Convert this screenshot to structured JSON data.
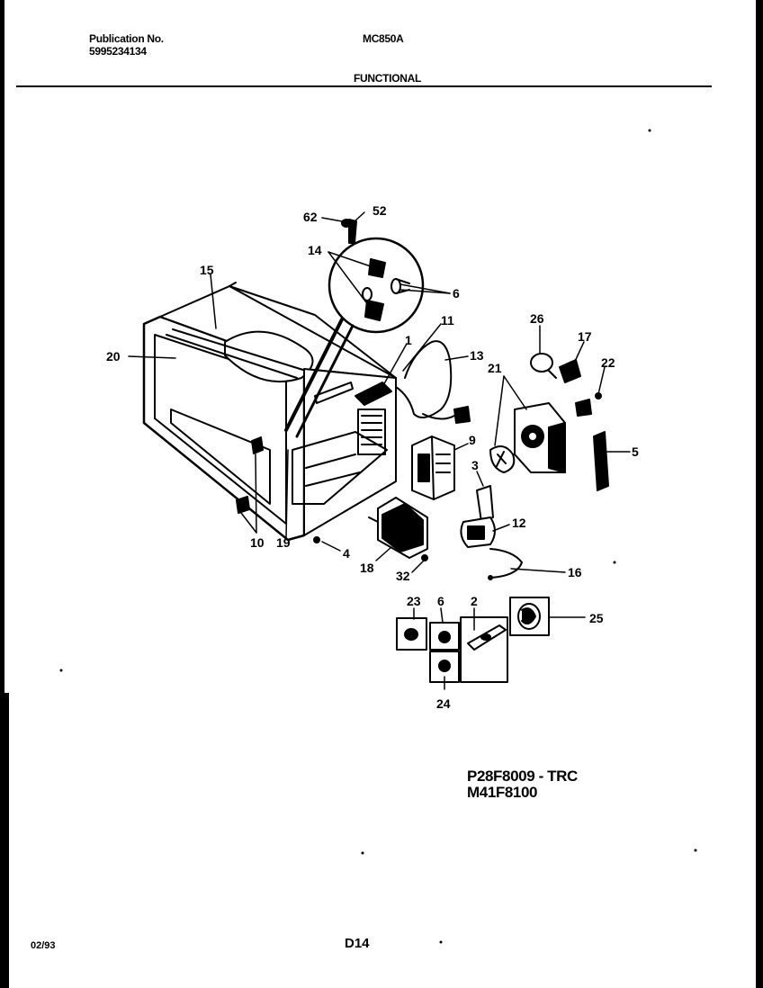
{
  "header": {
    "publication_label": "Publication No.",
    "publication_number": "5995234134",
    "model": "MC850A",
    "section": "FUNCTIONAL"
  },
  "footer": {
    "date": "02/93",
    "page": "D14"
  },
  "part_codes": [
    "P28F8009 - TRC",
    "M41F8100"
  ],
  "callouts": {
    "c62": "62",
    "c52": "52",
    "c14": "14",
    "c6a": "6",
    "c15": "15",
    "c11": "11",
    "c1": "1",
    "c13": "13",
    "c20": "20",
    "c26": "26",
    "c17": "17",
    "c21": "21",
    "c22": "22",
    "c9": "9",
    "c5": "5",
    "c3": "3",
    "c12": "12",
    "c10": "10",
    "c19": "19",
    "c4": "4",
    "c18": "18",
    "c32": "32",
    "c16": "16",
    "c23": "23",
    "c6b": "6",
    "c2": "2",
    "c25": "25",
    "c24": "24"
  }
}
